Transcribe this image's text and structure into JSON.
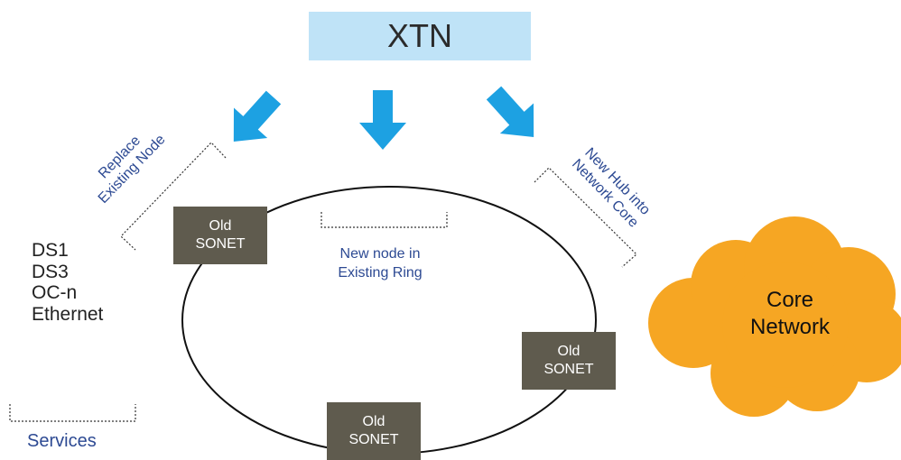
{
  "title_box": {
    "label": "XTN"
  },
  "labels": {
    "replace_existing": [
      "Replace",
      "Existing Node"
    ],
    "new_hub": [
      "New Hub into",
      "Network Core"
    ],
    "new_node": [
      "New node in",
      "Existing Ring"
    ],
    "services": "Services"
  },
  "services_list": [
    "DS1",
    "DS3",
    "OC-n",
    "Ethernet"
  ],
  "nodes": [
    {
      "line1": "Old",
      "line2": "SONET"
    },
    {
      "line1": "Old",
      "line2": "SONET"
    },
    {
      "line1": "Old",
      "line2": "SONET"
    }
  ],
  "cloud": {
    "line1": "Core",
    "line2": "Network"
  },
  "colors": {
    "xtn_box": "#bfe3f7",
    "arrow": "#1da1e2",
    "node": "#5f5b4e",
    "cloud": "#f6a623",
    "label_blue": "#2d4a93"
  }
}
